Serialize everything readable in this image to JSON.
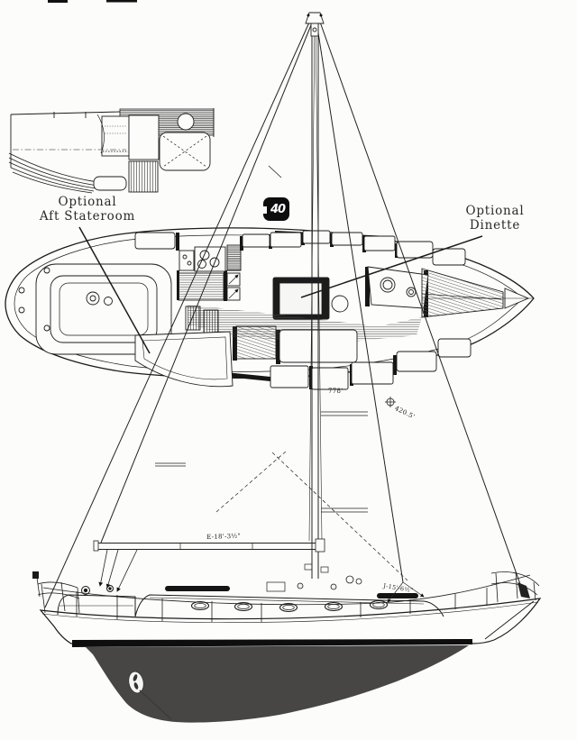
{
  "document": {
    "kind": "scanned sailboat design drawing, three views",
    "colors": {
      "paper": "#fcfcfb",
      "ink": "#1c1c1c",
      "underbody_gray": "#474645",
      "boot_stripe": "#0e0e0e",
      "logo_bg": "#0d0d0d",
      "logo_text": "#ffffff"
    }
  },
  "labels": {
    "aft_stateroom": {
      "line1": "Optional",
      "line2": "Aft Stateroom"
    },
    "dinette": {
      "line1": "Optional",
      "line2": "Dinette"
    }
  },
  "logo": {
    "model": "40"
  },
  "annotations": {
    "dim_778": "778'",
    "dim_420": "420.5'",
    "dim_boom": "E-18'-3½\"",
    "dim_jib": "J-15'-6½\""
  }
}
